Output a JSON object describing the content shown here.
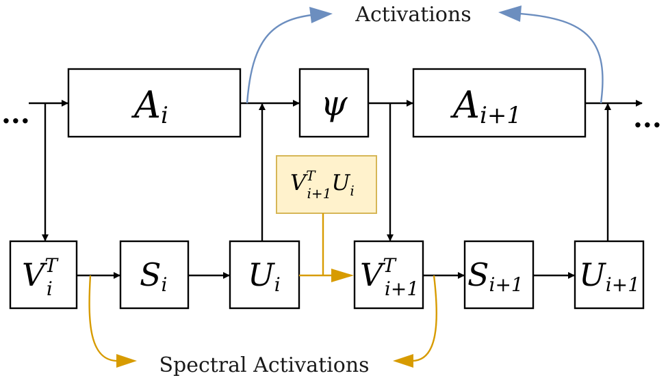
{
  "labels": {
    "activations": "Activations",
    "spectral_activations": "Spectral Activations",
    "ellipsis_left": "...",
    "ellipsis_right": "..."
  },
  "blocks": {
    "a_i": {
      "base": "A",
      "sub": "i"
    },
    "psi": {
      "base": "ψ"
    },
    "a_i_plus_1": {
      "base": "A",
      "sub": "i+1"
    },
    "v_i_t": {
      "base": "V",
      "sub": "i",
      "sup": "T"
    },
    "s_i": {
      "base": "S",
      "sub": "i"
    },
    "u_i": {
      "base": "U",
      "sub": "i"
    },
    "v_i_plus_1_t": {
      "base": "V",
      "sub": "i+1",
      "sup": "T"
    },
    "s_i_plus_1": {
      "base": "S",
      "sub": "i+1"
    },
    "u_i_plus_1": {
      "base": "U",
      "sub": "i+1"
    },
    "projection": {
      "v_base": "V",
      "v_sub": "i+1",
      "v_sup": "T",
      "u_base": "U",
      "u_sub": "i"
    }
  },
  "colors": {
    "black": "#000000",
    "gold": "#d79b00",
    "blue": "#6c8ebf",
    "yellow_fill": "#fff2cc",
    "yellow_stroke": "#d6b656"
  }
}
